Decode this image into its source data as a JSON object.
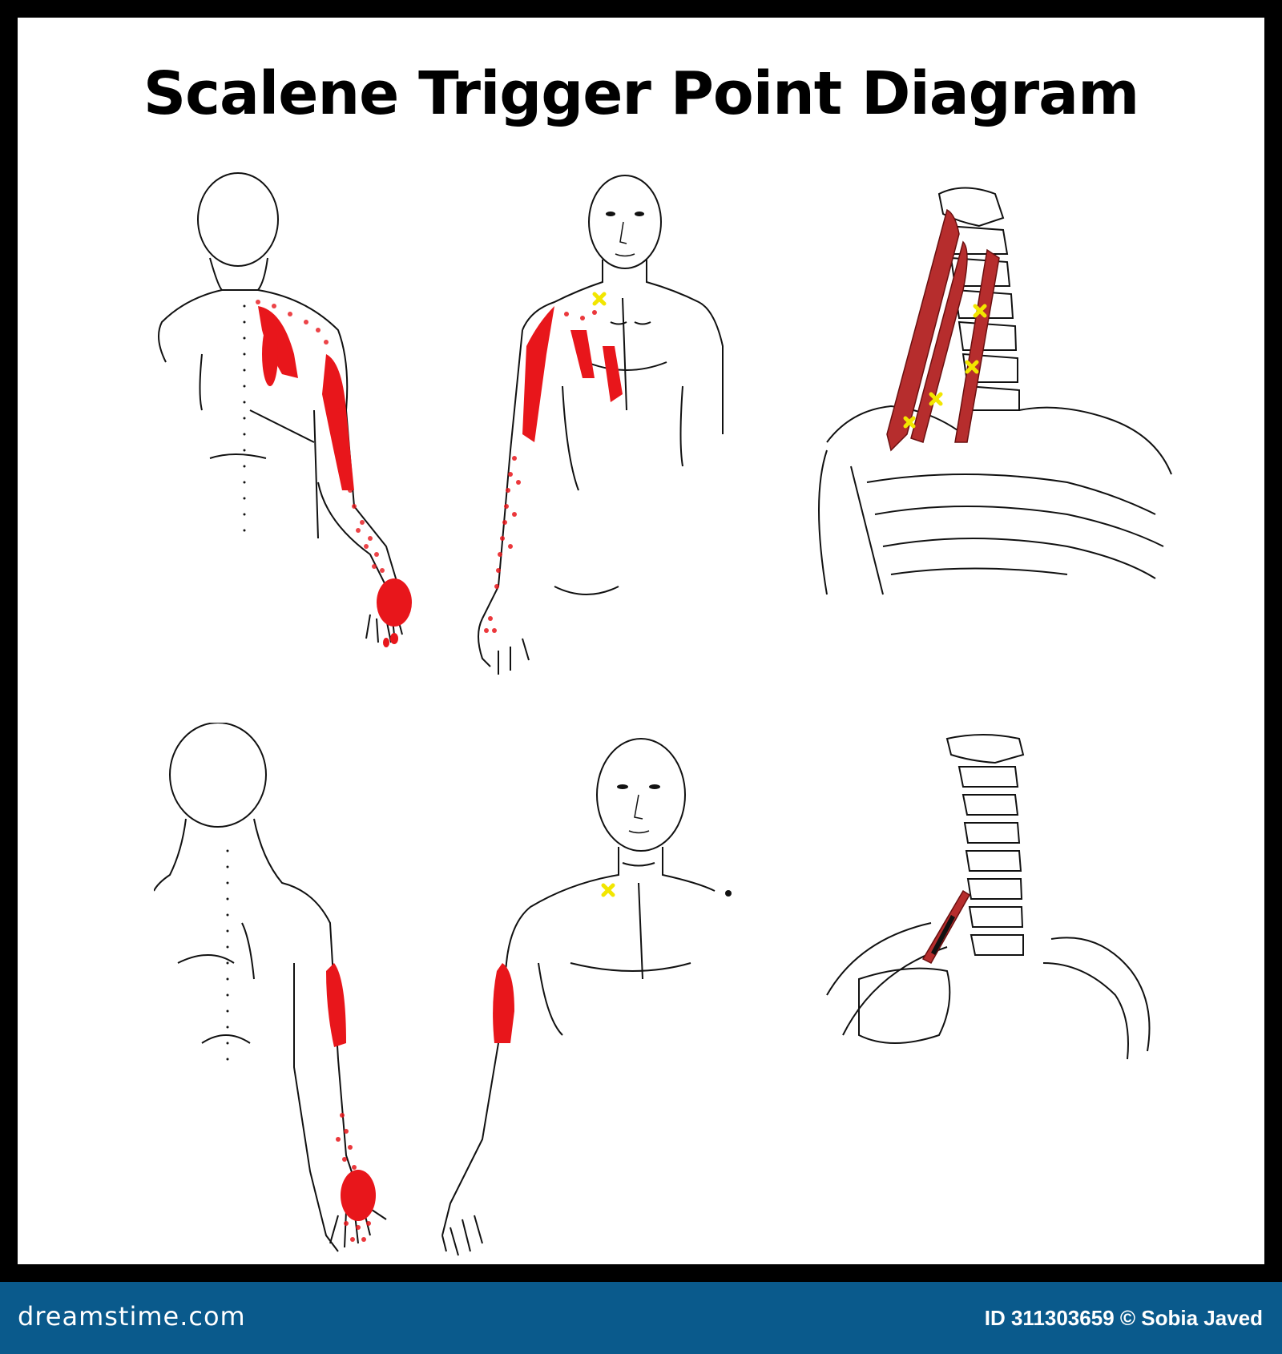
{
  "title": "Scalene Trigger Point Diagram",
  "footer": {
    "brand": "dreamstime.com",
    "id_text": "ID 311303659 © Sobia Javed"
  },
  "figures": {
    "top_left": "back-view-referral",
    "top_middle": "front-view-referral",
    "top_right": "scalene-muscles-anatomy",
    "bottom_left": "back-view-referral-minimus",
    "bottom_middle": "front-view-referral-minimus",
    "bottom_right": "scalene-minimus-anatomy"
  },
  "colors": {
    "referral_red": "#e8161b",
    "trigger_yellow": "#f2e600",
    "muscle_red": "#b62d2d",
    "footer_blue": "#0a5a8c"
  }
}
